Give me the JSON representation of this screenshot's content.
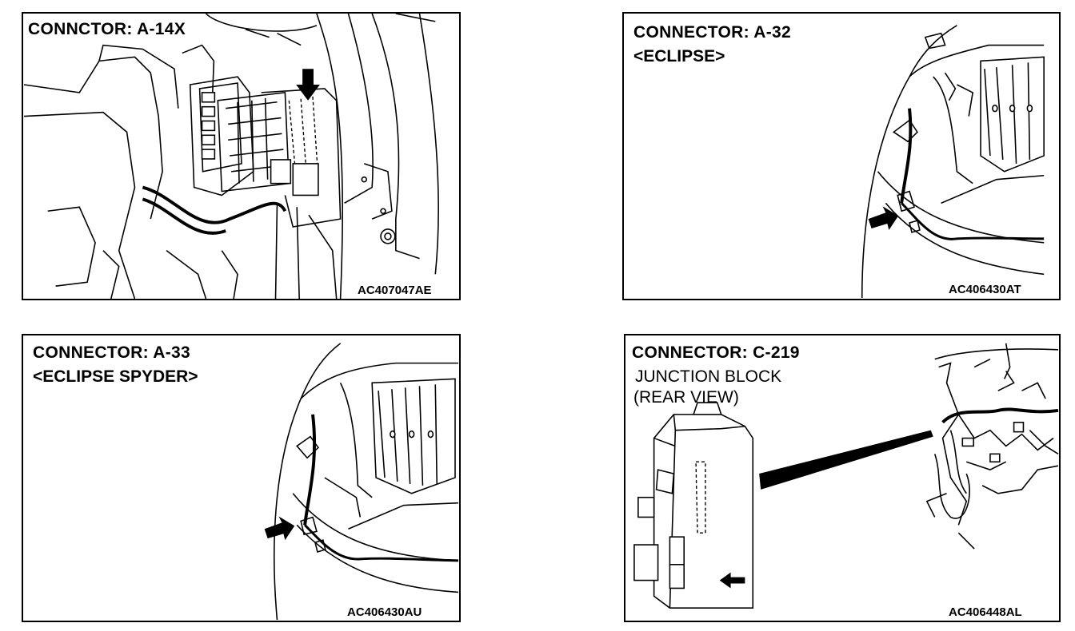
{
  "panels": [
    {
      "title": "CONNCTOR: A-14X",
      "code": "AC407047AE"
    },
    {
      "title": "CONNECTOR: A-32",
      "subtitle": "<ECLIPSE>",
      "code": "AC406430AT"
    },
    {
      "title": "CONNECTOR: A-33",
      "subtitle": "<ECLIPSE SPYDER>",
      "code": "AC406430AU"
    },
    {
      "title": "CONNECTOR: C-219",
      "subtitle_line1": "JUNCTION BLOCK",
      "subtitle_line2": "(REAR VIEW)",
      "code": "AC406448AL"
    }
  ]
}
